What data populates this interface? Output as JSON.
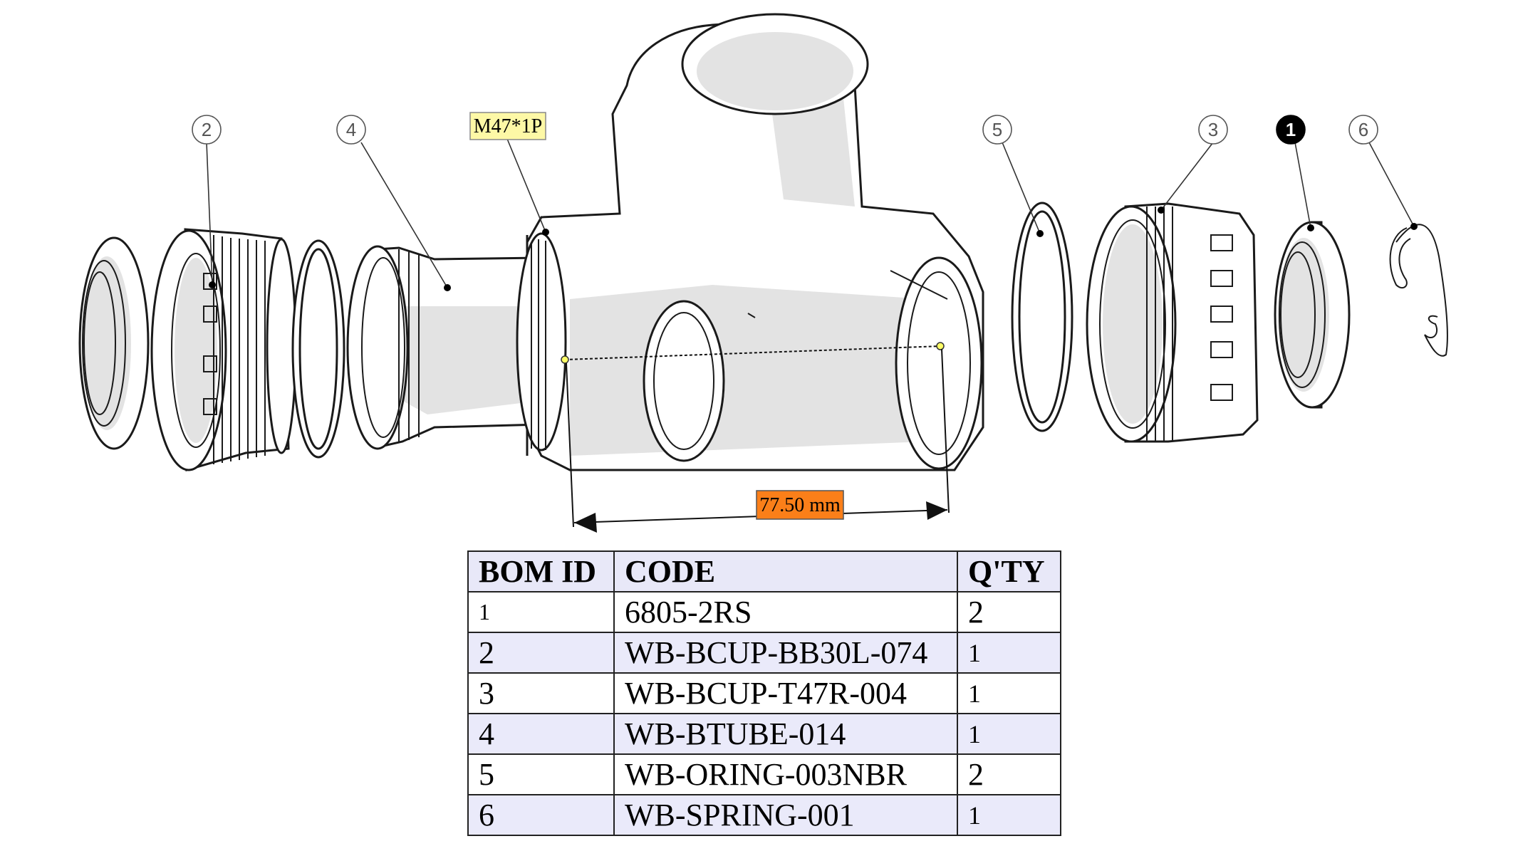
{
  "annotations": {
    "thread_label": "M47*1P",
    "dimension_label": "77.50 mm"
  },
  "balloons": [
    {
      "number": "2"
    },
    {
      "number": "4"
    },
    {
      "number": "5"
    },
    {
      "number": "3"
    },
    {
      "number": "1",
      "highlighted": true
    },
    {
      "number": "6"
    }
  ],
  "bom": {
    "headers": [
      "BOM ID",
      "CODE",
      "Q'TY"
    ],
    "rows": [
      {
        "id": "1",
        "code": "6805-2RS",
        "qty": "2"
      },
      {
        "id": "2",
        "code": "WB-BCUP-BB30L-074",
        "qty": "1"
      },
      {
        "id": "3",
        "code": "WB-BCUP-T47R-004",
        "qty": "1"
      },
      {
        "id": "4",
        "code": "WB-BTUBE-014",
        "qty": "1"
      },
      {
        "id": "5",
        "code": "WB-ORING-003NBR",
        "qty": "2"
      },
      {
        "id": "6",
        "code": "WB-SPRING-001",
        "qty": "1"
      }
    ]
  },
  "colors": {
    "thread_label_bg": "#fdf8a6",
    "dimension_label_bg": "#fb7f19",
    "table_header_bg": "#e8e8f8",
    "table_shaded_row_bg": "#eaeafa",
    "highlight_balloon": "#000000"
  }
}
